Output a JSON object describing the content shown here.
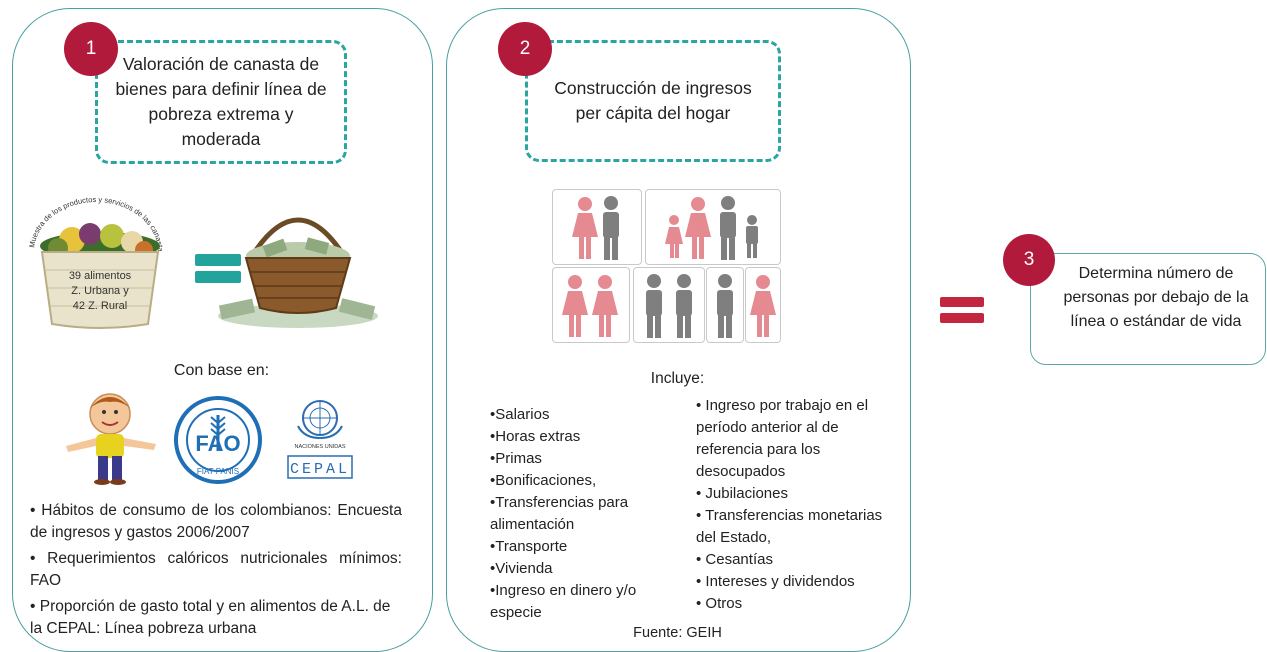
{
  "step1": {
    "number": "1",
    "title": "Valoración de canasta de bienes para definir línea de pobreza extrema y moderada",
    "basket_arc_text": "Muestra de los productos y servicios de las canastas básica y vital",
    "basket_label_1": "39 alimentos",
    "basket_label_2": "Z. Urbana y",
    "basket_label_3": "42  Z. Rural",
    "based_on": "Con base en:",
    "logo_fao": "FAO",
    "logo_fao_motto": "FIAT PANIS",
    "logo_un": "NACIONES UNIDAS",
    "logo_cepal": "CEPAL",
    "bullets": [
      "• Hábitos de consumo de los colombianos: Encuesta de ingresos y gastos 2006/2007",
      "• Requerimientos calóricos nutricionales mínimos: FAO",
      "• Proporción de gasto total y en alimentos de A.L. de la CEPAL: Línea pobreza urbana"
    ]
  },
  "step2": {
    "number": "2",
    "title": "Construcción de ingresos per cápita del hogar",
    "includes_label": "Incluye:",
    "left_items": [
      "•Salarios",
      "•Horas extras",
      "•Primas",
      "•Bonificaciones,",
      "•Transferencias para alimentación",
      "•Transporte",
      "•Vivienda",
      "•Ingreso en dinero y/o especie"
    ],
    "right_items": [
      "• Ingreso por trabajo en el período anterior al de referencia para los desocupados",
      "• Jubilaciones",
      "• Transferencias monetarias del Estado,",
      "• Cesantías",
      "• Intereses y dividendos",
      "• Otros"
    ],
    "source": "Fuente: GEIH"
  },
  "step3": {
    "number": "3",
    "title": "Determina número de personas por debajo de la línea o estándar de vida"
  },
  "colors": {
    "teal": "#2aa6a0",
    "badge": "#b21a3c",
    "female": "#e58a91",
    "male": "#7f7f7f",
    "equals_teal": "#22a39c",
    "equals_red": "#c2273f"
  }
}
